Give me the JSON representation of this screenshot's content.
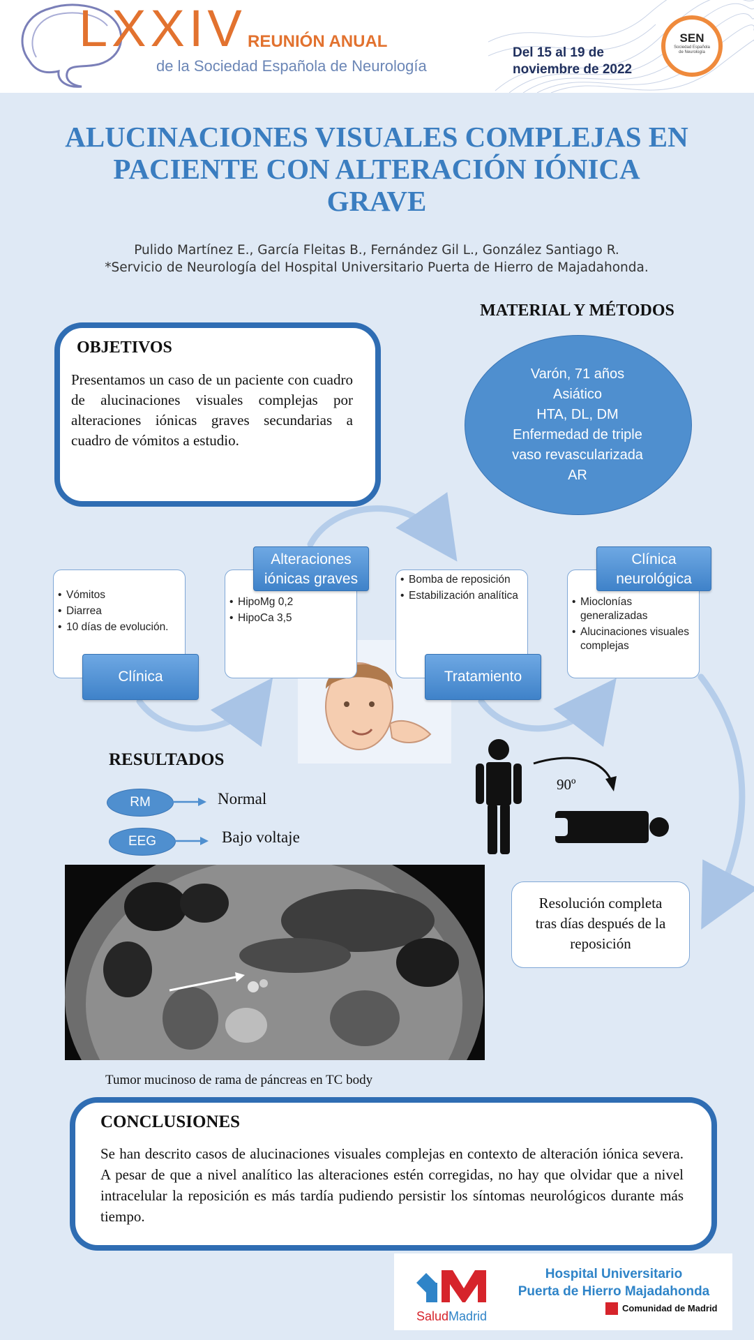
{
  "header": {
    "roman": "LXXIV",
    "reunion": "REUNIÓN ANUAL",
    "society": "de la Sociedad Española de Neurología",
    "dates_line1": "Del 15 al 19 de",
    "dates_line2": "noviembre de 2022",
    "sen_logo": "SEN",
    "sen_logo_sub": "Sociedad Española de Neurología"
  },
  "title": {
    "line1": "ALUCINACIONES VISUALES COMPLEJAS EN",
    "line2": "PACIENTE CON ALTERACIÓN IÓNICA",
    "line3": "GRAVE"
  },
  "authors": {
    "names": "Pulido Martínez E., García Fleitas B., Fernández Gil L., González Santiago R.",
    "affiliation": "*Servicio de Neurología del Hospital Universitario Puerta de Hierro de Majadahonda."
  },
  "objetivos": {
    "title": "OBJETIVOS",
    "text": "Presentamos un caso de un paciente con cuadro de alucinaciones visuales complejas por alteraciones iónicas graves secundarias a cuadro de vómitos a estudio."
  },
  "material": {
    "title": "MATERIAL Y MÉTODOS",
    "lines": [
      "Varón, 71 años",
      "Asiático",
      "HTA, DL, DM",
      "Enfermedad de triple",
      "vaso revascularizada",
      "AR"
    ]
  },
  "process": {
    "clinica": {
      "label": "Clínica",
      "items": [
        "Vómitos",
        "Diarrea",
        "10 días de evolución."
      ]
    },
    "alteraciones": {
      "label_line1": "Alteraciones",
      "label_line2": "iónicas graves",
      "items": [
        "HipoMg 0,2",
        "HipoCa 3,5"
      ]
    },
    "tratamiento": {
      "label": "Tratamiento",
      "items": [
        "Bomba de reposición",
        "Estabilización analítica"
      ]
    },
    "neurologica": {
      "label_line1": "Clínica",
      "label_line2": "neurológica",
      "items": [
        "Mioclonías generalizadas",
        "Alucinaciones visuales complejas"
      ]
    }
  },
  "resultados": {
    "title": "RESULTADOS",
    "rm_label": "RM",
    "rm_value": "Normal",
    "eeg_label": "EEG",
    "eeg_value": "Bajo voltaje"
  },
  "posture": {
    "angle": "90º"
  },
  "mri_caption": "Tumor mucinoso de rama de páncreas  en TC body",
  "resolucion": {
    "line1": "Resolución completa",
    "line2": "tras días después de la",
    "line3": "reposición"
  },
  "conclusiones": {
    "title": "CONCLUSIONES",
    "text": "Se han descrito casos de alucinaciones visuales complejas en contexto de alteración iónica severa. A pesar de que a nivel analítico las alteraciones estén corregidas, no hay que olvidar que a nivel intracelular la reposición es más tardía pudiendo persistir los síntomas neurológicos durante más tiempo."
  },
  "hospital": {
    "line1": "Hospital Universitario",
    "line2": "Puerta de Hierro Majadahonda",
    "salud_a": "Salud",
    "salud_b": "Madrid",
    "comunidad": "Comunidad de Madrid"
  },
  "colors": {
    "title_blue": "#3a7dc0",
    "box_border": "#2f6db3",
    "ellipse": "#4f8fcf",
    "accent_orange": "#e2722f",
    "background": "#dfe9f5"
  }
}
